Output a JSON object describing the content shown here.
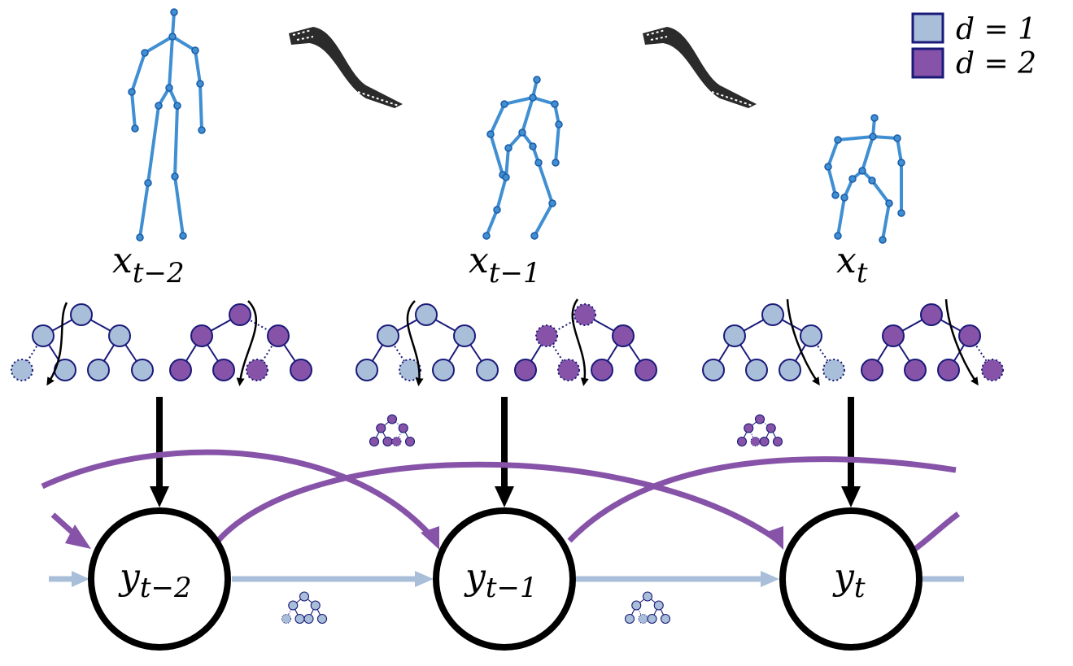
{
  "legend": {
    "items": [
      {
        "label": "d = 1",
        "color": "#a8bed9"
      },
      {
        "label": "d = 2",
        "color": "#8653a8"
      }
    ]
  },
  "observations": [
    {
      "base": "x",
      "sub": "t−2"
    },
    {
      "base": "x",
      "sub": "t−1"
    },
    {
      "base": "x",
      "sub": "t"
    }
  ],
  "states": [
    {
      "base": "y",
      "sub": "t−2"
    },
    {
      "base": "y",
      "sub": "t−1"
    },
    {
      "base": "y",
      "sub": "t"
    }
  ],
  "colors": {
    "d1_fill": "#a8bed9",
    "d2_fill": "#8653a8",
    "node_stroke": "#1a1a7a",
    "skeleton": "#3f8fd2",
    "d1_arrow": "#a8bed9",
    "d2_arrow": "#8653a8",
    "state_stroke": "#000000"
  },
  "icons": [
    "film-strip-icon",
    "skeleton-pose-icon",
    "tree-structure-icon"
  ]
}
